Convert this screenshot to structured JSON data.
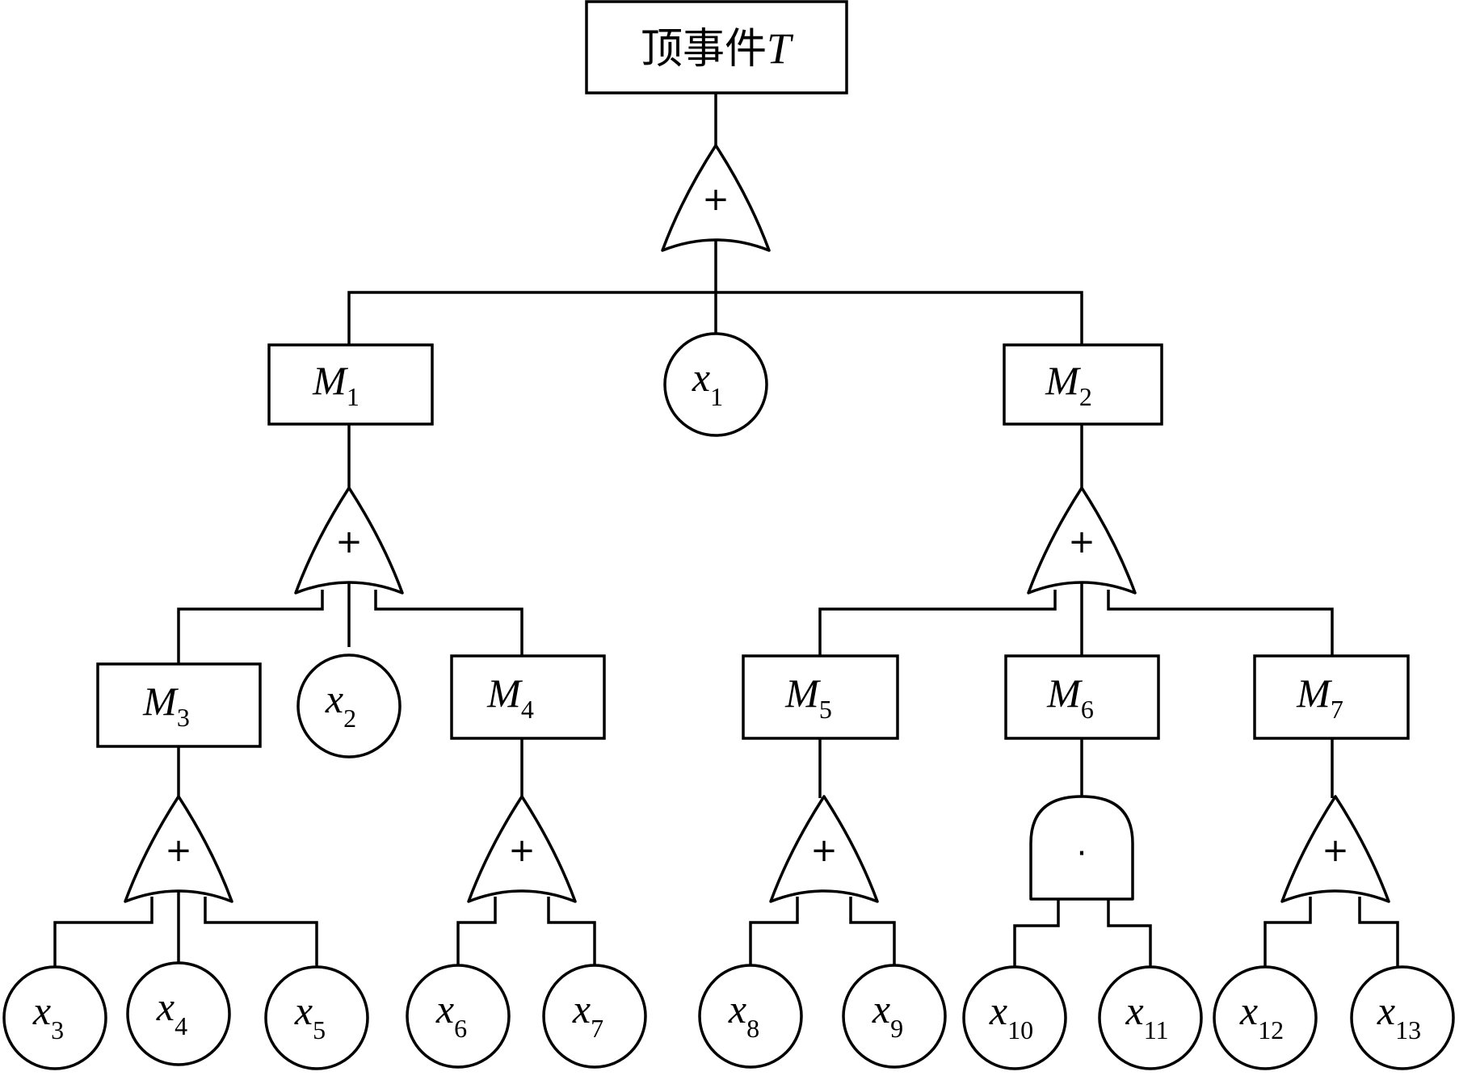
{
  "diagram": {
    "type": "fault-tree",
    "top_event": {
      "text": "顶事件",
      "symbol": "T"
    },
    "gate_symbols": {
      "or": "+",
      "and": "·"
    },
    "intermediate_events": [
      {
        "id": "M1",
        "main": "M",
        "sub": "1"
      },
      {
        "id": "M2",
        "main": "M",
        "sub": "2"
      },
      {
        "id": "M3",
        "main": "M",
        "sub": "3"
      },
      {
        "id": "M4",
        "main": "M",
        "sub": "4"
      },
      {
        "id": "M5",
        "main": "M",
        "sub": "5"
      },
      {
        "id": "M6",
        "main": "M",
        "sub": "6"
      },
      {
        "id": "M7",
        "main": "M",
        "sub": "7"
      }
    ],
    "basic_events": [
      {
        "id": "x1",
        "main": "x",
        "sub": "1"
      },
      {
        "id": "x2",
        "main": "x",
        "sub": "2"
      },
      {
        "id": "x3",
        "main": "x",
        "sub": "3"
      },
      {
        "id": "x4",
        "main": "x",
        "sub": "4"
      },
      {
        "id": "x5",
        "main": "x",
        "sub": "5"
      },
      {
        "id": "x6",
        "main": "x",
        "sub": "6"
      },
      {
        "id": "x7",
        "main": "x",
        "sub": "7"
      },
      {
        "id": "x8",
        "main": "x",
        "sub": "8"
      },
      {
        "id": "x9",
        "main": "x",
        "sub": "9"
      },
      {
        "id": "x10",
        "main": "x",
        "sub": "10"
      },
      {
        "id": "x11",
        "main": "x",
        "sub": "11"
      },
      {
        "id": "x12",
        "main": "x",
        "sub": "12"
      },
      {
        "id": "x13",
        "main": "x",
        "sub": "13"
      }
    ],
    "gates": [
      {
        "id": "G0",
        "type": "or",
        "output": "T",
        "inputs": [
          "M1",
          "x1",
          "M2"
        ]
      },
      {
        "id": "G1",
        "type": "or",
        "output": "M1",
        "inputs": [
          "M3",
          "x2",
          "M4"
        ]
      },
      {
        "id": "G2",
        "type": "or",
        "output": "M2",
        "inputs": [
          "M5",
          "M6",
          "M7"
        ]
      },
      {
        "id": "G3",
        "type": "or",
        "output": "M3",
        "inputs": [
          "x3",
          "x4",
          "x5"
        ]
      },
      {
        "id": "G4",
        "type": "or",
        "output": "M4",
        "inputs": [
          "x6",
          "x7"
        ]
      },
      {
        "id": "G5",
        "type": "or",
        "output": "M5",
        "inputs": [
          "x8",
          "x9"
        ]
      },
      {
        "id": "G6",
        "type": "and",
        "output": "M6",
        "inputs": [
          "x10",
          "x11"
        ]
      },
      {
        "id": "G7",
        "type": "or",
        "output": "M7",
        "inputs": [
          "x12",
          "x13"
        ]
      }
    ]
  }
}
